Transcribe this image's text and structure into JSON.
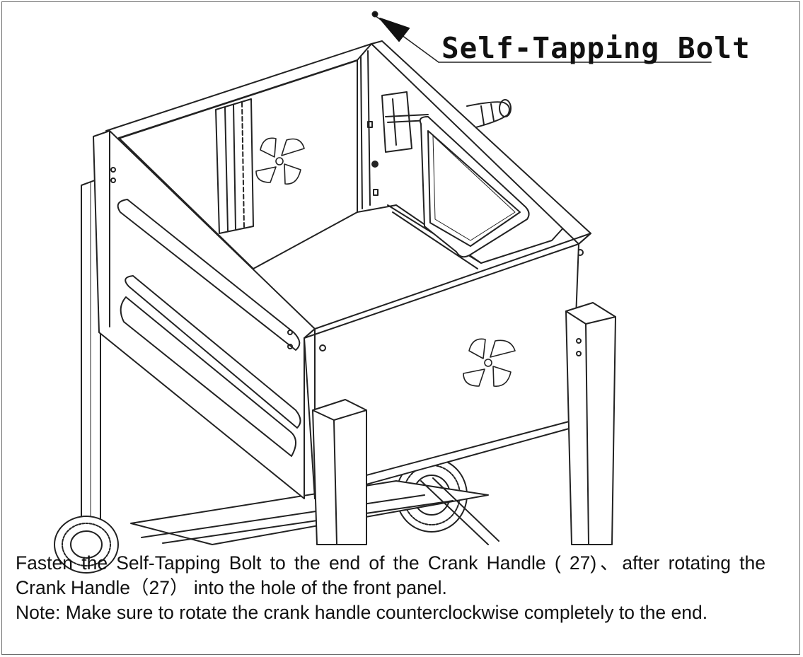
{
  "callout": {
    "label": "Self-Tapping Bolt"
  },
  "instructions": {
    "step": "Fasten the Self-Tapping Bolt to the end of the Crank Handle ( 27)、after rotating the Crank Handle（27） into the hole of the front panel.",
    "note": "Note: Make sure to rotate the crank handle counterclockwise completely to the end."
  }
}
